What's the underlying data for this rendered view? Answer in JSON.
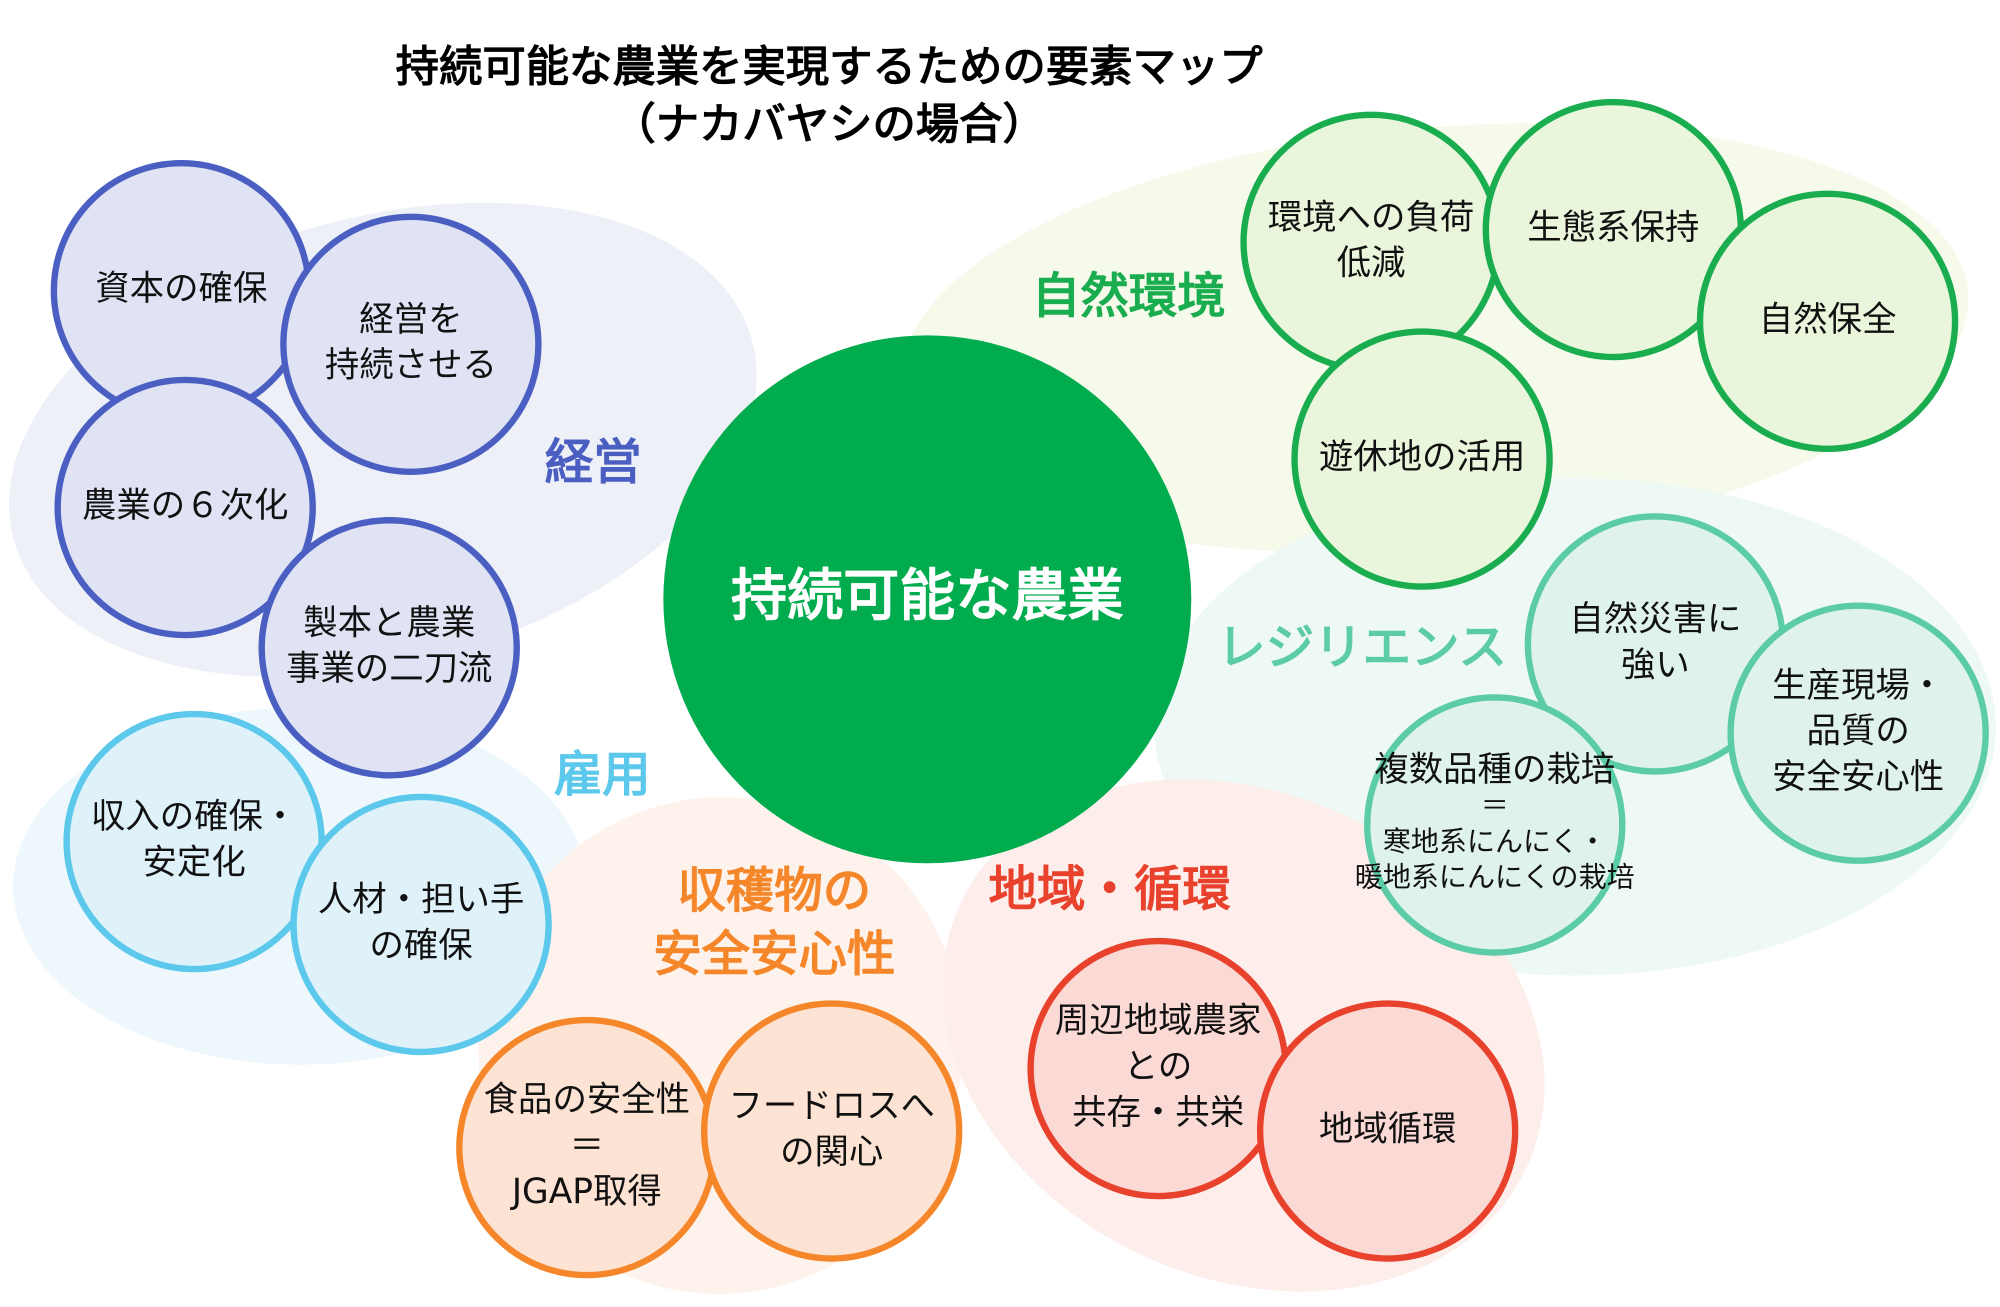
{
  "title": {
    "line1": "持続可能な農業を実現するための要素マップ",
    "line2": "（ナカバヤシの場合）"
  },
  "center": {
    "label": "持続可能な農業",
    "color": "#00ac4e"
  },
  "groups": [
    {
      "key": "management",
      "label": "経営",
      "stroke": "#4a5fc1",
      "fill": "#dfe3f3",
      "blob": "#eef0f8",
      "nodes": [
        {
          "lines": [
            "資本の確保"
          ]
        },
        {
          "lines": [
            "経営を",
            "持続させる"
          ]
        },
        {
          "lines": [
            "農業の６次化"
          ]
        },
        {
          "lines": [
            "製本と農業",
            "事業の二刀流"
          ]
        }
      ]
    },
    {
      "key": "employment",
      "label": "雇用",
      "stroke": "#5bc8ec",
      "fill": "#dff2fa",
      "blob": "#eef8fc",
      "nodes": [
        {
          "lines": [
            "収入の確保・",
            "安定化"
          ]
        },
        {
          "lines": [
            "人材・担い手",
            "の確保"
          ]
        }
      ]
    },
    {
      "key": "nature",
      "label": "自然環境",
      "stroke": "#1aad4f",
      "fill": "#eaf6dc",
      "blob": "#f5faeb",
      "nodes": [
        {
          "lines": [
            "環境への負荷",
            "低減"
          ]
        },
        {
          "lines": [
            "生態系保持"
          ]
        },
        {
          "lines": [
            "自然保全"
          ]
        },
        {
          "lines": [
            "遊休地の活用"
          ]
        }
      ]
    },
    {
      "key": "resilience",
      "label": "レジリエンス",
      "stroke": "#5ccba7",
      "fill": "#dff3ec",
      "blob": "#eef8f5",
      "nodes": [
        {
          "lines": [
            "自然災害に",
            "強い"
          ]
        },
        {
          "lines": [
            "生産現場・",
            "品質の",
            "安全安心性"
          ]
        },
        {
          "lines": [
            "複数品種の栽培",
            "＝",
            "寒地系にんにく・",
            "暖地系にんにくの栽培"
          ]
        }
      ]
    },
    {
      "key": "harvest-safety",
      "label": "収穫物の\n安全安心性",
      "label_lines": [
        "収穫物の",
        "安全安心性"
      ],
      "stroke": "#f5862a",
      "fill": "#fde3d3",
      "blob": "#fdf3ec",
      "nodes": [
        {
          "lines": [
            "食品の安全性",
            "＝",
            "JGAP取得"
          ]
        },
        {
          "lines": [
            "フードロスへ",
            "の関心"
          ]
        }
      ]
    },
    {
      "key": "region",
      "label": "地域・循環",
      "stroke": "#e8412c",
      "fill": "#fbdad5",
      "blob": "#fdeeeb",
      "nodes": [
        {
          "lines": [
            "周辺地域農家",
            "との",
            "共存・共栄"
          ]
        },
        {
          "lines": [
            "地域循環"
          ]
        }
      ]
    }
  ]
}
